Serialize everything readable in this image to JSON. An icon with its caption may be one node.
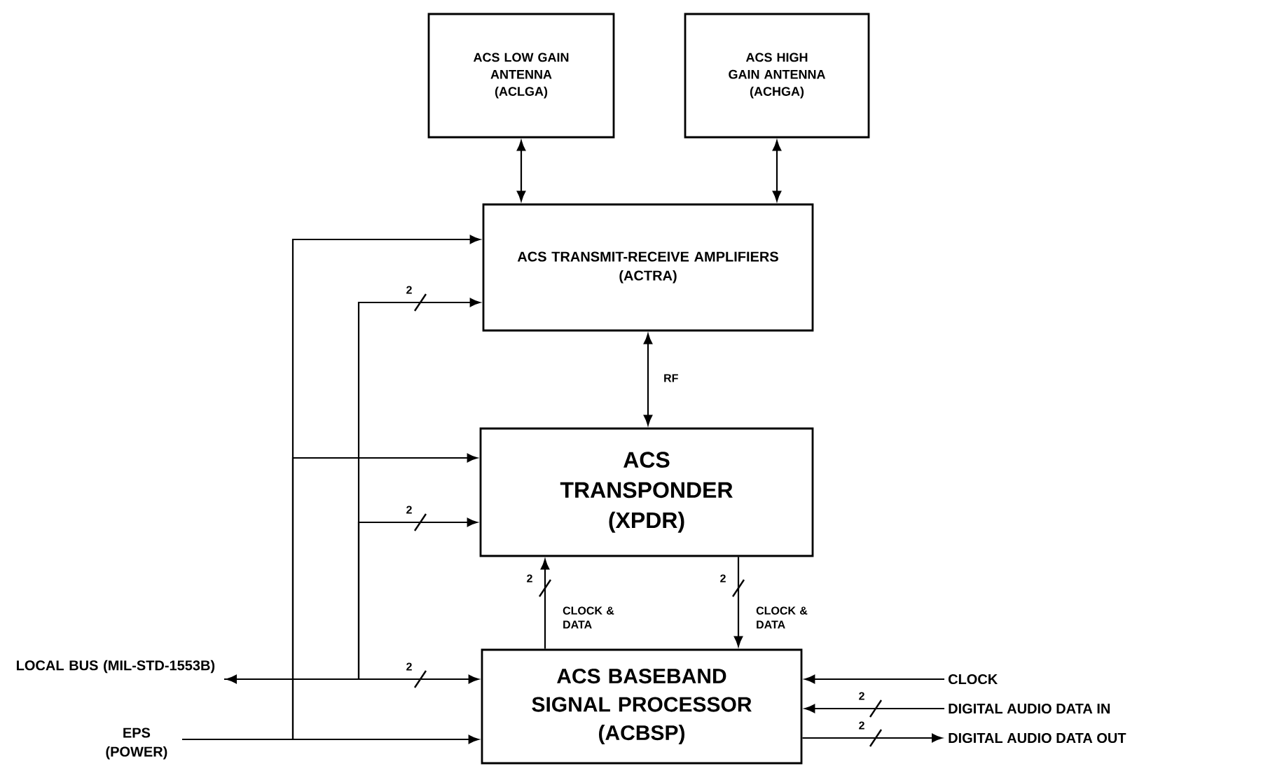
{
  "diagram": {
    "nodes": [
      {
        "text": [
          "ACS LOW GAIN ANTENNA",
          "(ACLGA)"
        ]
      },
      {
        "text": [
          "ACS HIGH GAIN ANTENNA",
          "(ACHGA)"
        ]
      },
      {
        "text": [
          "ACS TRANSMIT-RECEIVE AMPLIFIERS",
          "(ACTRA)"
        ]
      },
      {
        "text": [
          "ACS TRANSPONDER",
          "(XPDR)"
        ]
      },
      {
        "text": [
          "ACS BASEBAND SIGNAL PROCESSOR",
          "(ACBSP)"
        ]
      },
      {
        "text": [
          "LOCAL BUS (MIL-STD-1553B)"
        ]
      },
      {
        "text": [
          "EPS (POWER)"
        ]
      },
      {
        "text": [
          "CLOCK"
        ]
      },
      {
        "text": [
          "DIGITAL AUDIO DATA IN"
        ]
      },
      {
        "text": [
          "DIGITAL AUDIO DATA OUT"
        ]
      }
    ],
    "edges": [
      {
        "from": 0,
        "to": 2,
        "arrow": "both"
      },
      {
        "from": 1,
        "to": 2,
        "arrow": "both"
      },
      {
        "from": 2,
        "to": 3,
        "arrow": "both",
        "label": "RF"
      },
      {
        "from": 4,
        "to": 3,
        "arrow": "to",
        "label": "CLOCK & DATA"
      },
      {
        "from": 3,
        "to": 4,
        "arrow": "to",
        "label": "CLOCK & DATA"
      },
      {
        "from": 5,
        "to": 2,
        "arrow": "to"
      },
      {
        "from": 5,
        "to": 3,
        "arrow": "to"
      },
      {
        "from": 5,
        "to": 4,
        "arrow": "both"
      },
      {
        "from": 6,
        "to": 2,
        "arrow": "to"
      },
      {
        "from": 6,
        "to": 3,
        "arrow": "to"
      },
      {
        "from": 6,
        "to": 4,
        "arrow": "to"
      },
      {
        "from": 7,
        "to": 4,
        "arrow": "to"
      },
      {
        "from": 8,
        "to": 4,
        "arrow": "to"
      },
      {
        "from": 4,
        "to": 9,
        "arrow": "to"
      }
    ],
    "labels": [
      "2",
      "2",
      "2",
      "2",
      "2",
      "2",
      "2"
    ]
  }
}
